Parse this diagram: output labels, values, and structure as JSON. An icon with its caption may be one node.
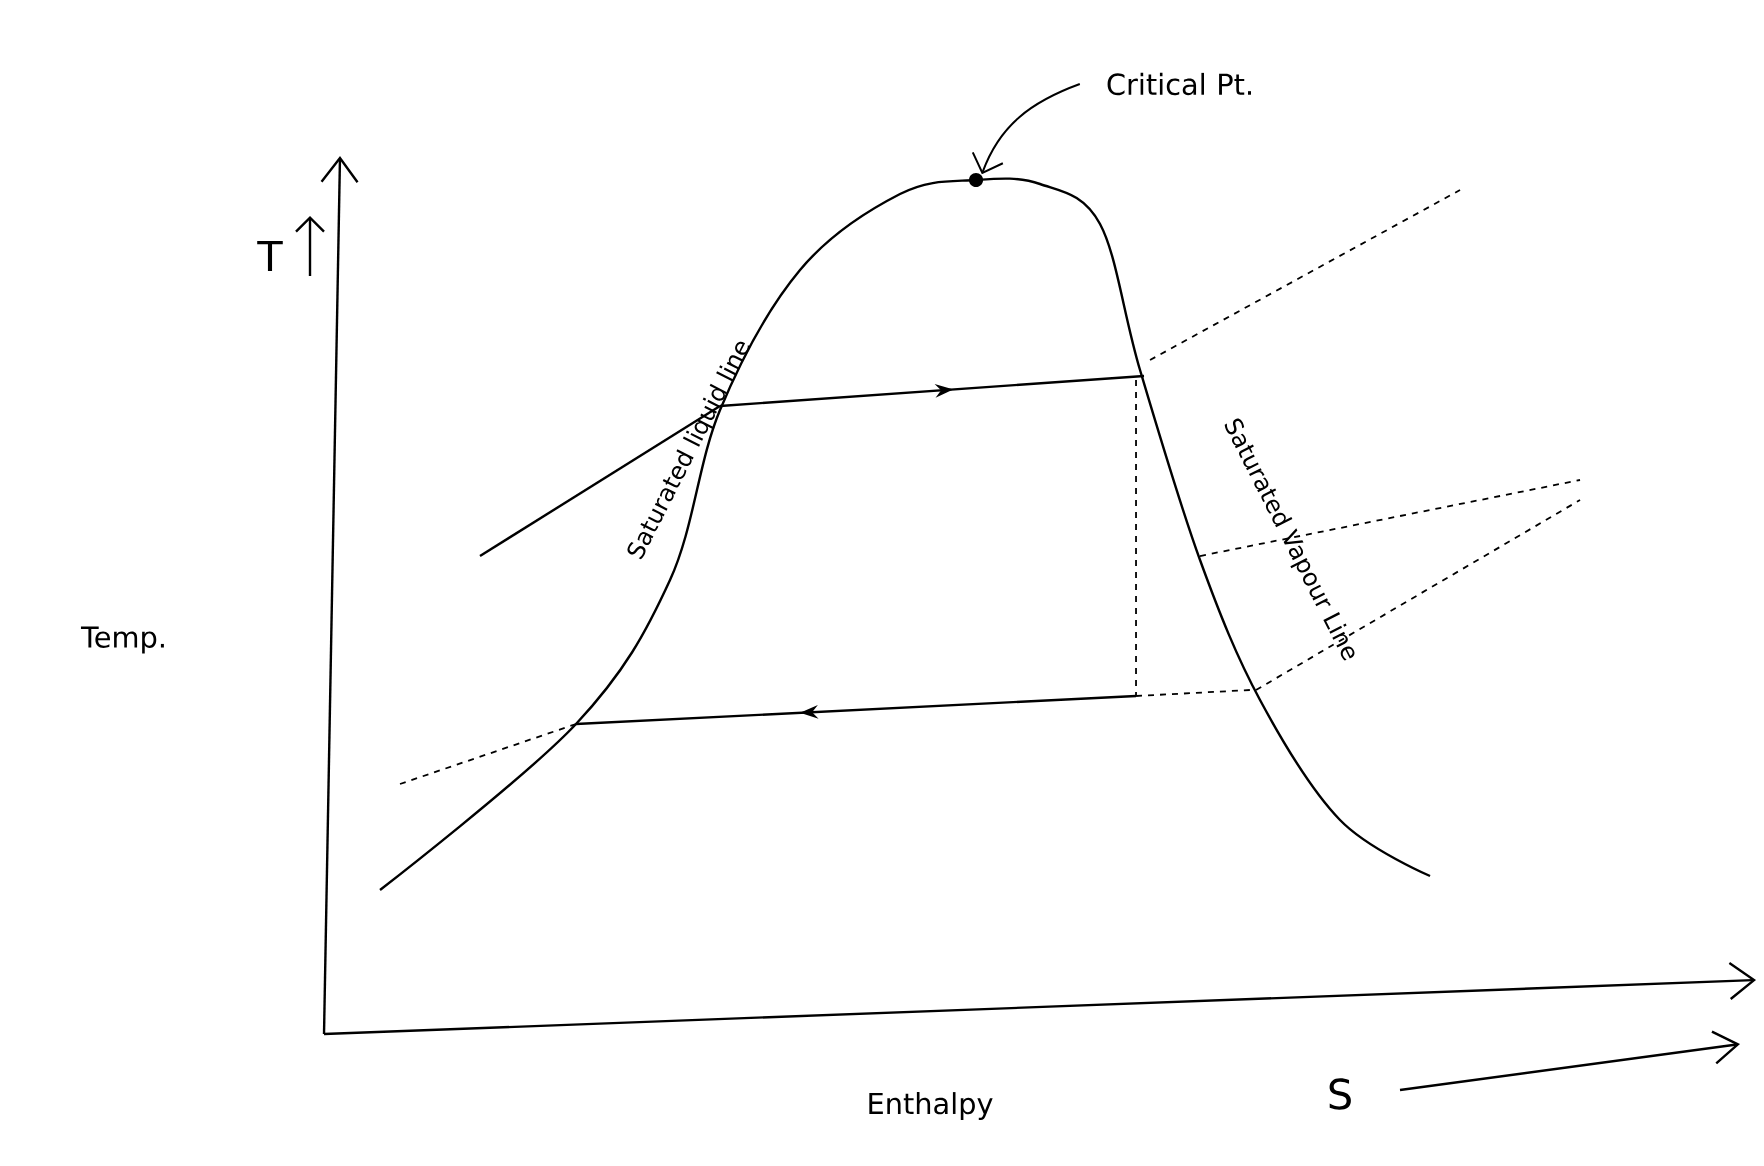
{
  "diagram": {
    "nodes": [
      {
        "text": [
          "Critical Pt."
        ]
      },
      {
        "text": [],
        "shape": "circle"
      }
    ],
    "edges": [
      {
        "from": 0,
        "to": 1,
        "arrow": "to"
      }
    ],
    "labels": [
      "T",
      "Temp.",
      "Saturated liquid line",
      "Saturated Vapour Line",
      "Enthalpy",
      "S"
    ]
  }
}
